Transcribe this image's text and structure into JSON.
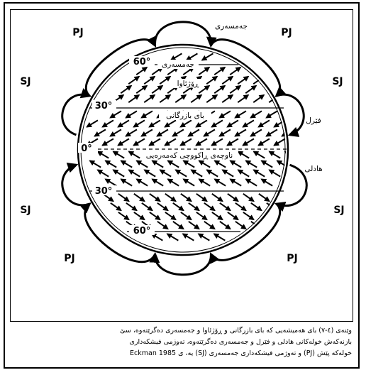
{
  "diagram": {
    "latitudes": [
      {
        "label": "60°",
        "hemisphere": "north"
      },
      {
        "label": "30°",
        "hemisphere": "north"
      },
      {
        "label": "0°",
        "hemisphere": "equator"
      },
      {
        "label": "30°",
        "hemisphere": "south"
      },
      {
        "label": "60°",
        "hemisphere": "south"
      }
    ],
    "belts": {
      "north_top": "جەمسەری",
      "north_mid": "ڕۆژئاوا",
      "trade_north": "بای بازرگانی",
      "itcz": "ناوچەی ڕاکووچی کەمەرەیی"
    },
    "cells": {
      "top_cell": "جەمسەری",
      "right_upper": "فێرل",
      "right_lower": "هادلی"
    },
    "jets": {
      "pj": "PJ",
      "sj": "SJ"
    },
    "colors": {
      "ink": "#000000",
      "paper": "#ffffff"
    }
  },
  "caption": {
    "line1": "وێنەی (٤-٧) بای هەمیشەیی کە بای بازرگانی و ڕۆژئاوا و جەمسەری دەگرێتەوە، سێ",
    "line2": "بازنەکەش خولەکانی هادلی و فێرل و جەمسەری دەگرێتەوە، تەوژمی فیشکەداری",
    "line3": "خولەکە پێش (PJ) و تەوژمی فیشکەداری جەمسەری (SJ) یە، ی Eckman 1985"
  }
}
